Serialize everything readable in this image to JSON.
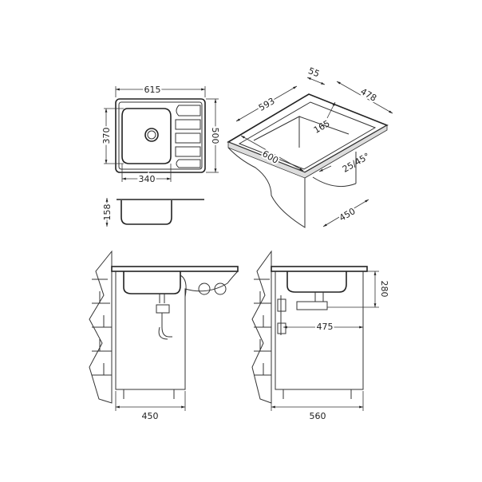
{
  "dimensions": {
    "top_width": "615",
    "top_bowl_depth": "370",
    "top_depth": "500",
    "top_bowl_width": "340",
    "side_height": "158",
    "iso_55": "55",
    "iso_593": "593",
    "iso_478": "478",
    "iso_165": "165",
    "iso_600": "600",
    "iso_angle": "25/45°",
    "iso_450": "450",
    "front_cabinet_width": "450",
    "side_cabinet_depth": "560",
    "side_drain_offset": "475",
    "side_drain_height": "280"
  }
}
